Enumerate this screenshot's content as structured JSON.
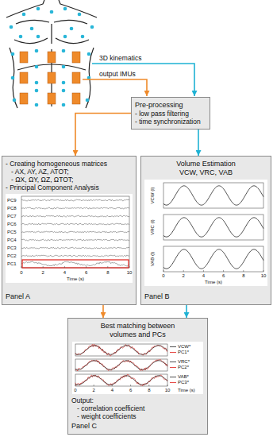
{
  "diagram": {
    "nodes": [
      {
        "text": [
          "Pre-processing",
          "- low pass filtering",
          "- time synchronization"
        ]
      },
      {
        "text": [
          "- Creating homogeneous matrices",
          "- AX, AY, AZ, ATOT;",
          "- ΩX, ΩY, ΩZ, ΩTOT;",
          "- Principal Component Analysis",
          "Panel A"
        ]
      },
      {
        "text": [
          "Volume Estimation",
          "VCW, VRC, VAB",
          "Panel B"
        ]
      },
      {
        "text": [
          "Best matching between volumes and PCs",
          "Output:",
          "- correlation coefficient",
          "- weight coefficients",
          "Panel C"
        ]
      }
    ],
    "edges": [
      {
        "from": 0,
        "to": 1,
        "arrow": "to"
      },
      {
        "from": 0,
        "to": 2,
        "arrow": "to"
      },
      {
        "from": 1,
        "to": 3,
        "arrow": "to"
      },
      {
        "from": 2,
        "to": 3,
        "arrow": "to"
      }
    ],
    "labels": [
      "3D kinematics",
      "output IMUs",
      "PC9",
      "PC8",
      "PC7",
      "PC6",
      "PC5",
      "PC4",
      "PC3",
      "PC2",
      "PC1",
      "0",
      "2",
      "4",
      "6",
      "8",
      "10",
      "Time (s)",
      "VCW (l)",
      "VRC (l)",
      "VAB (l)",
      "0",
      "2",
      "4",
      "6",
      "8",
      "10",
      "Time (s)",
      "VCW*",
      "PC1*",
      "VRC*",
      "PC2*",
      "VAB*",
      "PC3*",
      "0",
      "2",
      "4",
      "6",
      "8",
      "10",
      "Time (s)"
    ]
  }
}
